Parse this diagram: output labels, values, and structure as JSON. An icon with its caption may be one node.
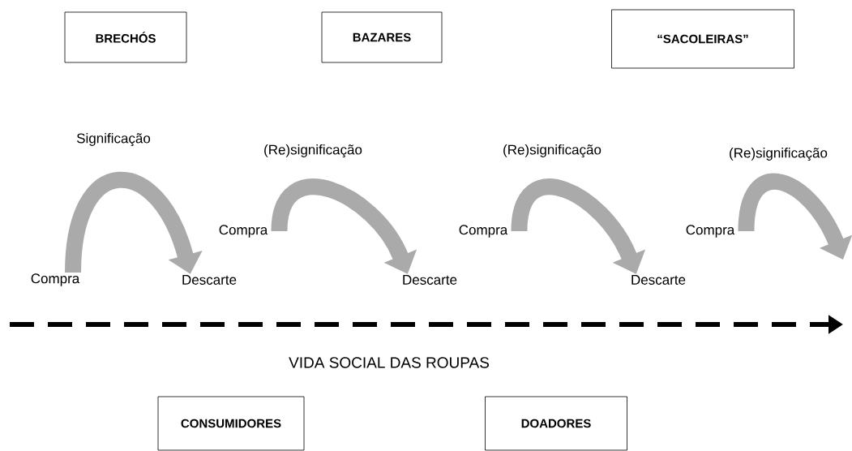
{
  "diagram": {
    "nodes": [
      {
        "text": [
          "BRECHÓS"
        ]
      },
      {
        "text": [
          "BAZARES"
        ]
      },
      {
        "text": [
          "“SACOLEIRAS”"
        ]
      },
      {
        "text": [
          "Compra"
        ]
      },
      {
        "text": [
          "Descarte"
        ]
      },
      {
        "text": [
          "Compra"
        ]
      },
      {
        "text": [
          "Descarte"
        ]
      },
      {
        "text": [
          "Compra"
        ]
      },
      {
        "text": [
          "Descarte"
        ]
      },
      {
        "text": [
          "Compra"
        ]
      },
      {
        "text": [
          "CONSUMIDORES"
        ]
      },
      {
        "text": [
          "DOADORES"
        ]
      }
    ],
    "edges": [
      {
        "from": 3,
        "to": 4,
        "arrow": "to",
        "label": "Significação"
      },
      {
        "from": 5,
        "to": 6,
        "arrow": "to",
        "label": "(Re)significação"
      },
      {
        "from": 7,
        "to": 8,
        "arrow": "to",
        "label": "(Re)significação"
      },
      {
        "from": 9,
        "to": null,
        "arrow": "to",
        "label": "(Re)significação"
      }
    ],
    "labels": [
      "VIDA SOCIAL DAS ROUPAS"
    ]
  }
}
